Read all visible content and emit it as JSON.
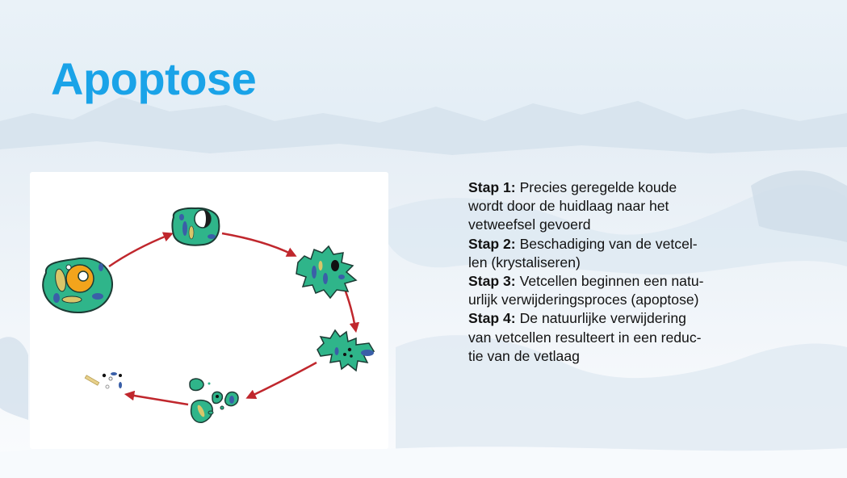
{
  "slide": {
    "title": "Apoptose",
    "title_color": "#1aa3e8"
  },
  "steps": [
    {
      "label": "Stap 1:",
      "lines": [
        "Precies geregelde koude",
        "wordt door de huidlaag naar het",
        "vetweefsel gevoerd"
      ]
    },
    {
      "label": "Stap 2:",
      "lines": [
        "Beschadiging van de vetcel-",
        "len (krystaliseren)"
      ]
    },
    {
      "label": "Stap 3:",
      "lines": [
        "Vetcellen beginnen een natu-",
        "urlijk verwijderingsproces (apoptose)"
      ]
    },
    {
      "label": "Stap 4:",
      "lines": [
        "De natuurlijke verwijdering",
        "van vetcellen resulteert in een reduc-",
        "tie van de vetlaag"
      ]
    }
  ],
  "colors": {
    "cell_green": "#2fb58a",
    "cell_outline": "#1c3b34",
    "organelle_blue": "#3a5fa8",
    "mitochondria_yellow": "#d9c66a",
    "nucleus_orange": "#f2a41c",
    "arrow_red": "#c0272d"
  },
  "icons": [
    "snow-landscape-background",
    "apoptosis-cell-cycle-diagram"
  ]
}
